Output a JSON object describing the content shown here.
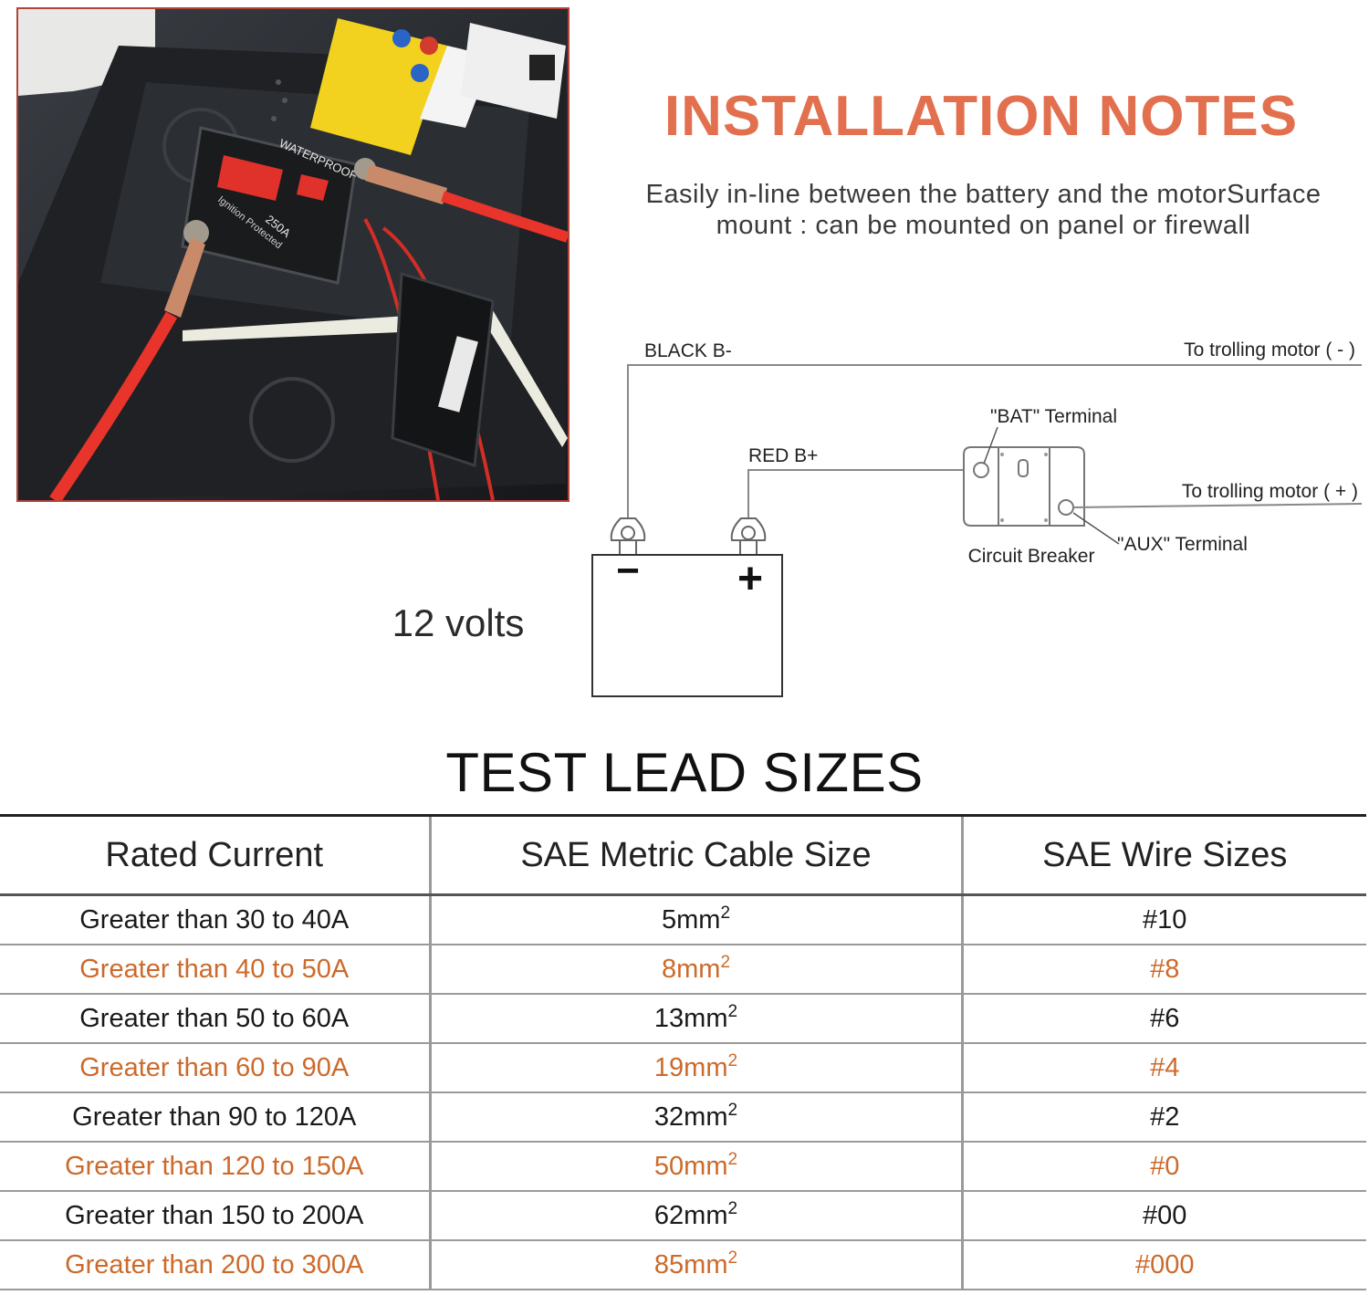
{
  "header": {
    "title": "INSTALLATION NOTES",
    "subtitle_line1": "Easily in-line between the battery and the motorSurface",
    "subtitle_line2": "mount : can be mounted on panel or firewall"
  },
  "photo": {
    "breaker_text_1": "WATERPROOF",
    "breaker_text_2": "250A",
    "breaker_text_3": "Ignition Protected"
  },
  "diagram": {
    "black_label": "BLACK B-",
    "red_label": "RED B+",
    "to_motor_neg": "To trolling motor ( - )",
    "to_motor_pos": "To trolling motor ( + )",
    "bat_terminal": "\"BAT\" Terminal",
    "aux_terminal": "\"AUX\" Terminal",
    "breaker_label": "Circuit Breaker",
    "battery_neg": "−",
    "battery_pos": "+",
    "voltage": "12 volts"
  },
  "table": {
    "title": "TEST LEAD SIZES",
    "headers": [
      "Rated Current",
      "SAE Metric Cable Size",
      "SAE Wire Sizes"
    ],
    "unit_exp": "2",
    "rows": [
      {
        "current": "Greater than 30 to 40A",
        "metric": "5mm",
        "awg": "#10"
      },
      {
        "current": "Greater than 40 to 50A",
        "metric": "8mm",
        "awg": "#8"
      },
      {
        "current": "Greater than 50 to 60A",
        "metric": "13mm",
        "awg": "#6"
      },
      {
        "current": "Greater than 60 to 90A",
        "metric": "19mm",
        "awg": "#4"
      },
      {
        "current": "Greater than 90 to 120A",
        "metric": "32mm",
        "awg": "#2"
      },
      {
        "current": "Greater than 120 to 150A",
        "metric": "50mm",
        "awg": "#0"
      },
      {
        "current": "Greater than 150 to 200A",
        "metric": "62mm",
        "awg": "#00"
      },
      {
        "current": "Greater than 200 to 300A",
        "metric": "85mm",
        "awg": "#000"
      }
    ]
  },
  "colors": {
    "accent": "#e2704e",
    "alt_row_text": "#cc6a2b",
    "photo_border": "#b1433a"
  }
}
